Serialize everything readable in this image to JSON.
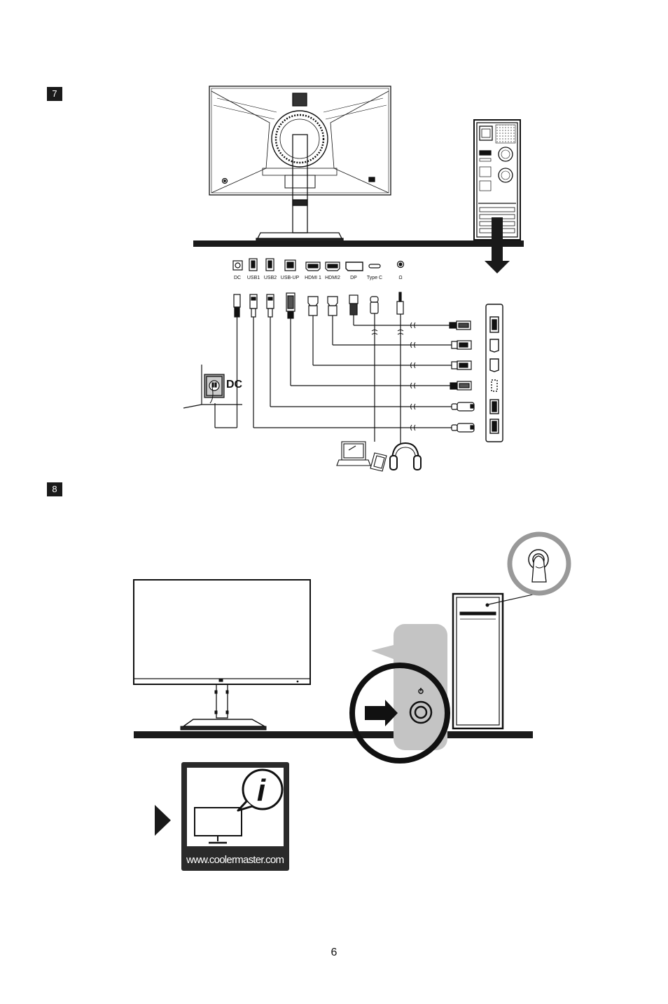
{
  "steps": {
    "step7": {
      "number": "7"
    },
    "step8": {
      "number": "8"
    }
  },
  "ports": {
    "dc": "DC",
    "usb1": "USB1",
    "usb2": "USB2",
    "usb_up": "USB-UP",
    "hdmi1": "HDMI 1",
    "hdmi2": "HDMI2",
    "dp": "DP",
    "type_c": "Type C",
    "audio": "Ω"
  },
  "power_label": "DC",
  "info_badge": {
    "url": "www.coolermaster.com",
    "glyph": "i"
  },
  "page_number": "6",
  "icons": [
    "power-outlet-icon",
    "laptop-icon",
    "tablet-icon",
    "headphones-icon",
    "info-icon",
    "arrow-right-icon",
    "arrow-down-icon",
    "finger-press-icon"
  ]
}
